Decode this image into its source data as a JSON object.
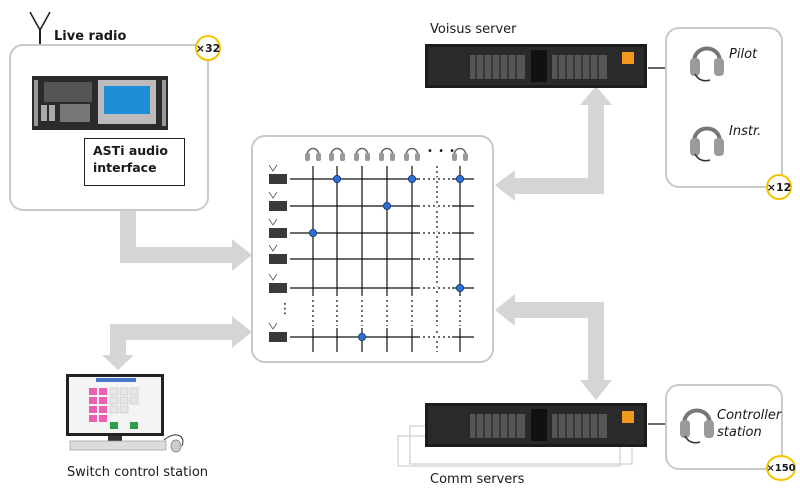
{
  "labels": {
    "live_radio": "Live radio",
    "asti_line1": "ASTi audio",
    "asti_line2": "interface",
    "voisus_server": "Voisus server",
    "comm_servers": "Comm servers",
    "switch_control_station": "Switch control station",
    "pilot": "Pilot",
    "instr": "Instr.",
    "controller_line1": "Controller",
    "controller_line2": "station",
    "matrix_ellipsis": "• • •",
    "matrix_vellipsis": "⋮"
  },
  "badges": {
    "live_radio_count": "×32",
    "headset_count": "×12",
    "controller_count": "×150"
  },
  "colors": {
    "arrow": "#d5d5d5",
    "box_border": "#c9c9c9",
    "badge_ring": "#f2c400",
    "node": "#2f6fd6",
    "server_body": "#1c1c1c",
    "server_logo": "#f29a1e",
    "radio_screen": "#1e8fd6",
    "pink_key": "#ee5fb1",
    "green_key": "#2e9e4a"
  },
  "icons": [
    "antenna-icon",
    "headset-icon",
    "radio-icon",
    "server-icon",
    "monitor-icon",
    "keyboard-icon",
    "mouse-icon"
  ]
}
